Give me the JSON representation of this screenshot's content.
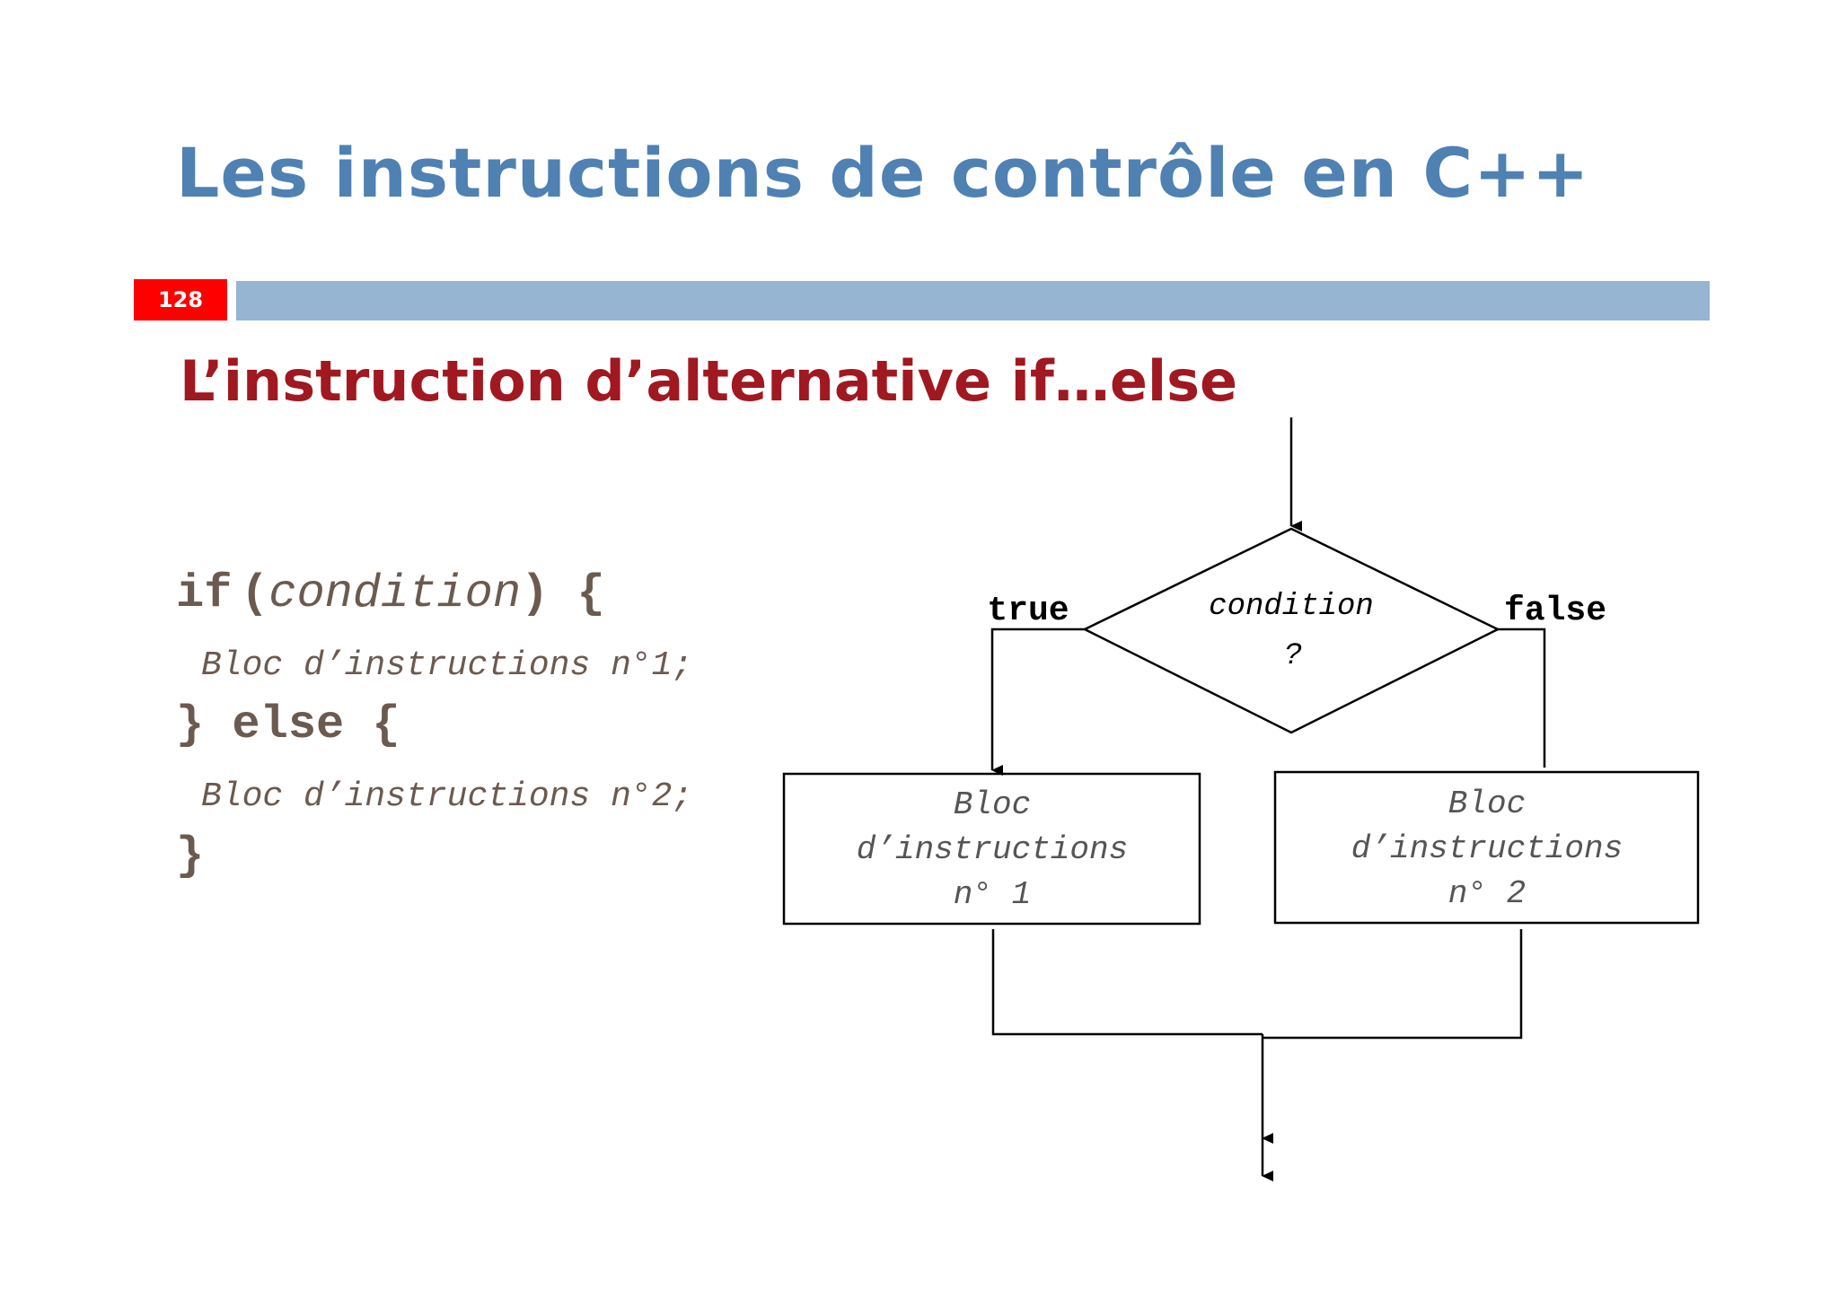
{
  "slide": {
    "title": "Les instructions de contrôle en C++",
    "page_number": "128",
    "subtitle": "L’instruction d’alternative if…else",
    "colors": {
      "title": "#4f81b3",
      "subtitle": "#a01820",
      "badge": "#ff0000",
      "bar": "#95b5d3",
      "code": "#6b5a50"
    }
  },
  "code": {
    "if_kw": "if",
    "open_paren": "(",
    "condition": "condition",
    "close_paren_brace": ") {",
    "block1": "Bloc d’instructions n°1;",
    "else_line": "} else {",
    "block2": "Bloc d’instructions n°2;",
    "close_brace": "}"
  },
  "flowchart": {
    "true_label": "true",
    "false_label": "false",
    "condition_line1": "condition",
    "condition_line2": "?",
    "block1": [
      "Bloc",
      "d’instructions",
      "n° 1"
    ],
    "block2": [
      "Bloc",
      "d’instructions",
      "n° 2"
    ]
  }
}
